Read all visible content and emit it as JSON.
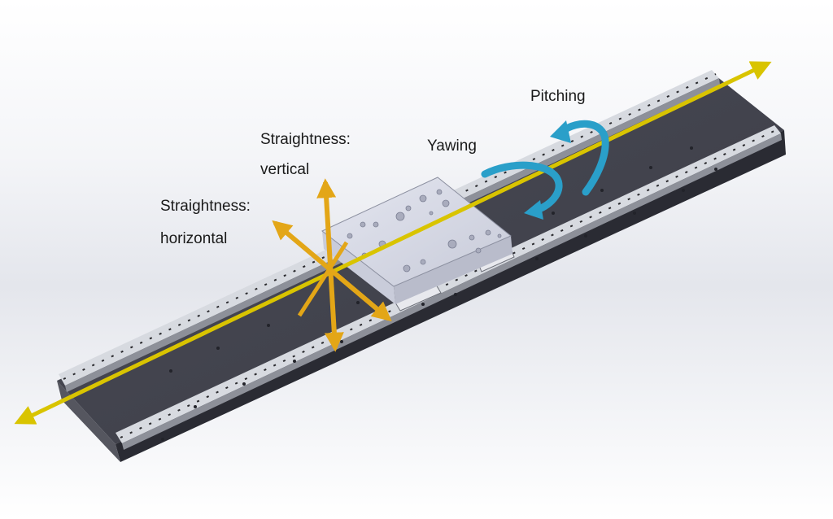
{
  "labels": {
    "pitching": "Pitching",
    "yawing": "Yawing",
    "straightness_vertical_line1": "Straightness:",
    "straightness_vertical_line2": "vertical",
    "straightness_horizontal_line1": "Straightness:",
    "straightness_horizontal_line2": "horizontal"
  },
  "colors": {
    "travel_axis": "#d9c400",
    "straightness_arrows": "#e3a617",
    "rotation_arrows": "#2a9fc9",
    "base": "#3a3b45",
    "rail": "#cfd2d8",
    "carriage": "#d6d9e6"
  }
}
